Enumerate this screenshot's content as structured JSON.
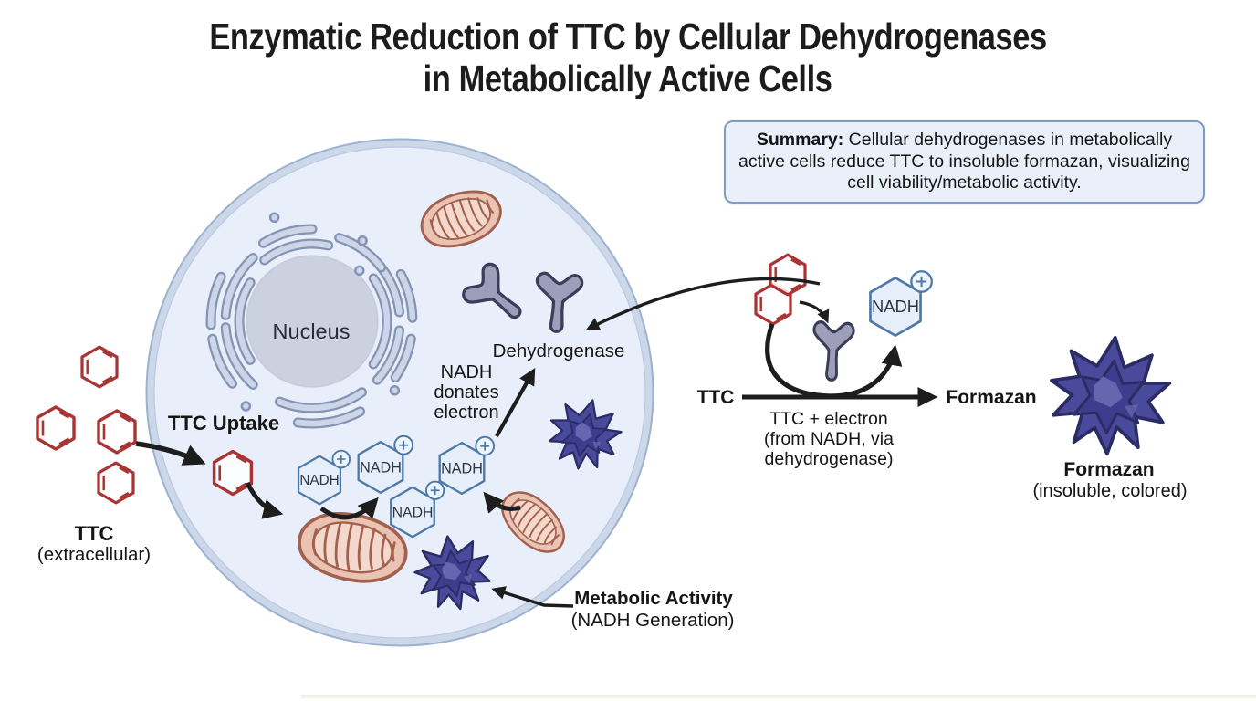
{
  "title": {
    "line1": "Enzymatic Reduction of TTC by Cellular Dehydrogenases",
    "line2": "in Metabolically Active Cells"
  },
  "summary": {
    "label": "Summary:",
    "body": " Cellular dehydrogenases in metabolically active cells reduce TTC to insoluble formazan, visualizing cell viability/metabolic activity."
  },
  "cell": {
    "nucleus_label": "Nucleus",
    "ttc_uptake_label": "TTC Uptake",
    "dehydrogenase_label": "Dehydrogenase",
    "nadh_donates_label": "NADH\ndonates\nelectron",
    "metabolic_activity_line1": "Metabolic Activity",
    "metabolic_activity_line2": "(NADH Generation)"
  },
  "extracellular": {
    "ttc_line1": "TTC",
    "ttc_line2": "(extracellular)"
  },
  "reaction": {
    "substrate": "TTC",
    "product": "Formazan",
    "caption": "TTC + electron\n(from NADH, via\ndehydrogenase)"
  },
  "formazan": {
    "line1": "Formazan",
    "line2": "(insoluble, colored)"
  },
  "molecules": {
    "nadh": "NADH"
  },
  "colors": {
    "ttc_red": "#a93434",
    "nadh_blue": "#4b79a9",
    "formazan_indigo": "#4a4a9c",
    "mito_fill": "#eac3b2",
    "mito_outline": "#a2604f",
    "enzyme_fill": "#9d9eb9",
    "cell_fill": "#e9effa",
    "cell_border": "#9db2d0",
    "nucleus_fill": "#ccd1df",
    "summary_fill": "#e9f0fa",
    "summary_border": "#7e9cc4",
    "arrow": "#1d1d1d"
  }
}
